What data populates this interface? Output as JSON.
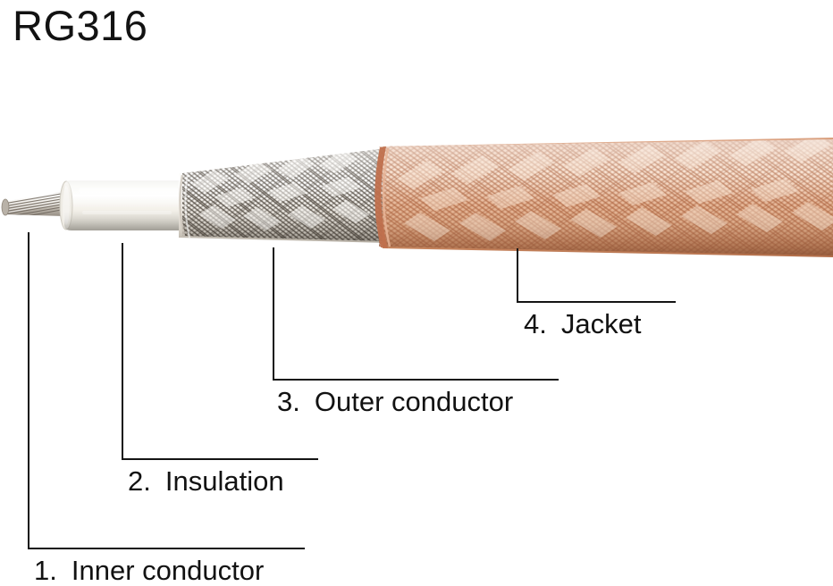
{
  "title": "RG316",
  "diagram": {
    "alt_name": "coaxial-cable-cutaway",
    "colors": {
      "line": "#141414",
      "text": "#121212",
      "background": "#ffffff",
      "inner_conductor_silver": "#d9d4cd",
      "inner_conductor_strand_dark": "#7b736a",
      "insulation_white": "#f2efe9",
      "insulation_highlight": "#ffffff",
      "insulation_shadow": "#d8d5cd",
      "outer_conductor_braid_light": "#f1ece6",
      "outer_conductor_braid_dark": "#4f473f",
      "jacket_copper_light": "#e9c5ad",
      "jacket_copper_mid": "#d9a484",
      "jacket_copper_dark": "#b87455",
      "jacket_edge": "#c0704d"
    }
  },
  "callouts": [
    {
      "id": "inner-conductor",
      "number": "1.",
      "label": "Inner conductor"
    },
    {
      "id": "insulation",
      "number": "2.",
      "label": "Insulation"
    },
    {
      "id": "outer-conductor",
      "number": "3.",
      "label": "Outer conductor"
    },
    {
      "id": "jacket",
      "number": "4.",
      "label": "Jacket"
    }
  ]
}
